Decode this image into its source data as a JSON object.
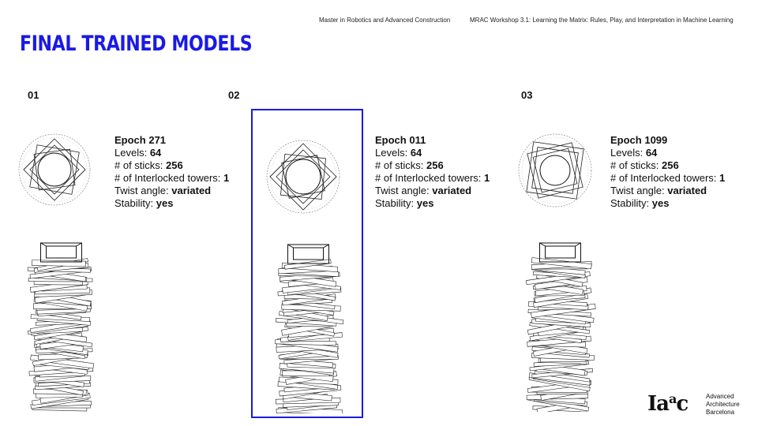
{
  "header": {
    "program": "Master in Robotics and Advanced Construction",
    "workshop": "MRAC Workshop 3.1: Learning the Matrix: Rules, Play, and Interpretation in Machine Learning"
  },
  "title": "FINAL TRAINED MODELS",
  "field_labels": {
    "levels": "Levels: ",
    "sticks": "# of sticks: ",
    "sticks_alt": "# of  sticks: ",
    "towers": "# of Interlocked towers: ",
    "twist": "Twist angle: ",
    "stability": "Stability: "
  },
  "models": [
    {
      "number": "01",
      "epoch": "Epoch 271",
      "levels": "64",
      "sticks": "256",
      "towers": "1",
      "twist": "variated",
      "stability": "yes"
    },
    {
      "number": "02",
      "epoch": "Epoch 011",
      "levels": "64",
      "sticks": "256",
      "towers": "1",
      "twist": "variated",
      "stability": "yes"
    },
    {
      "number": "03",
      "epoch": "Epoch 1099",
      "levels": "64",
      "sticks": "256",
      "towers": "1",
      "twist": "variated",
      "stability": "yes"
    }
  ],
  "logo": {
    "mark_main": "Ia",
    "mark_sup1": "a",
    "mark_sup2": "c",
    "line1": "Advanced",
    "line2": "Architecture",
    "line3": "Barcelona"
  },
  "colors": {
    "accent": "#1a1ae6",
    "ink": "#111111"
  }
}
